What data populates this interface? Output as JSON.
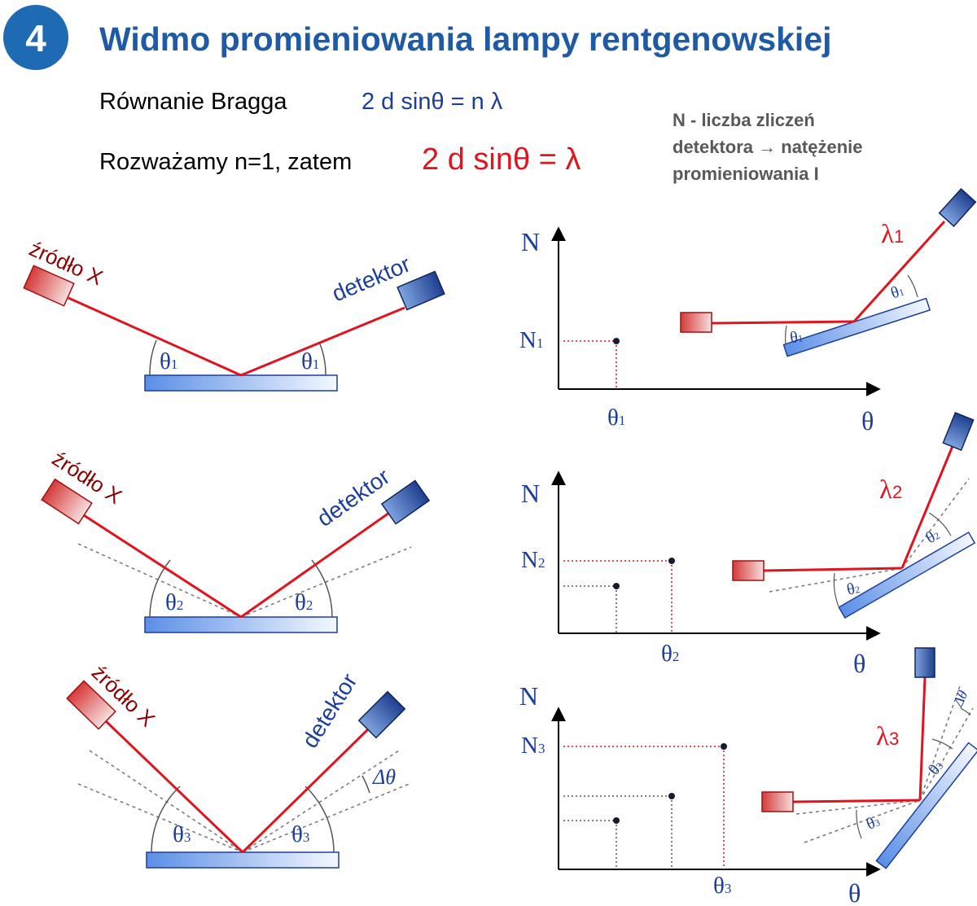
{
  "badge": {
    "number": "4"
  },
  "title": "Widmo promieniowania lampy rentgenowskiej",
  "equation": {
    "label": "Równanie Bragga",
    "formula": "2 d sinθ = n λ",
    "assumption": "Rozważamy n=1, zatem",
    "formula_n1": "2 d sinθ = λ"
  },
  "note": {
    "line1": "N - liczba zliczeń",
    "line2": "detektora → natężenie",
    "line3": "promieniowania I"
  },
  "labels": {
    "source": "źródło X",
    "detector": "detektor",
    "delta_theta": "Δθ",
    "axis_x": "θ",
    "axis_y": "N"
  },
  "setups": [
    {
      "theta_label": "θ",
      "theta_sub": "1"
    },
    {
      "theta_label": "θ",
      "theta_sub": "2"
    },
    {
      "theta_label": "θ",
      "theta_sub": "3"
    }
  ],
  "plots": [
    {
      "n_label": "N",
      "n_sub": "1",
      "theta_label": "θ",
      "theta_sub": "1",
      "lambda_label": "λ",
      "lambda_sub": "1"
    },
    {
      "n_label": "N",
      "n_sub": "2",
      "theta_label": "θ",
      "theta_sub": "2",
      "lambda_label": "λ",
      "lambda_sub": "2"
    },
    {
      "n_label": "N",
      "n_sub": "3",
      "theta_label": "θ",
      "theta_sub": "3",
      "lambda_label": "λ",
      "lambda_sub": "3"
    }
  ],
  "colors": {
    "title": "#1f5aa6",
    "badge": "#1f6bb3",
    "equation": "#1d3f9a",
    "red": "#e0141e",
    "darkred": "#8b0000",
    "blue": "#1d3f9a",
    "grey": "#595959"
  }
}
